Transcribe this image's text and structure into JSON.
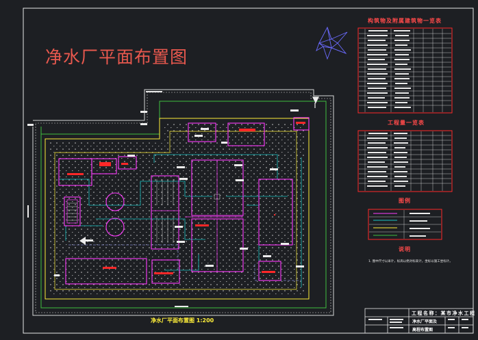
{
  "drawing": {
    "title": "净水厂平面布置图",
    "plan_caption": "净水厂平面布置图  1:200",
    "table1_title": "构筑物及附属建筑物一览表",
    "table2_title": "工程量一览表",
    "legend_title": "图例",
    "notes_title": "说明",
    "notes_text": "1. 图中尺寸以米计，标高以绝对标高计，坐标以施工坐标计。",
    "title_block": {
      "project": "工程名称：某市净水工程",
      "drawing_name_1": "净水厂平面及",
      "drawing_name_2": "高程布置图"
    }
  },
  "colors": {
    "background": "#1d1f23",
    "frame": "#e8e8e8",
    "wall": "#d8d8d8",
    "road": "#ffef3a",
    "building": "#ff3cff",
    "pipe": "#19c3c3",
    "accent": "#ff2828"
  }
}
